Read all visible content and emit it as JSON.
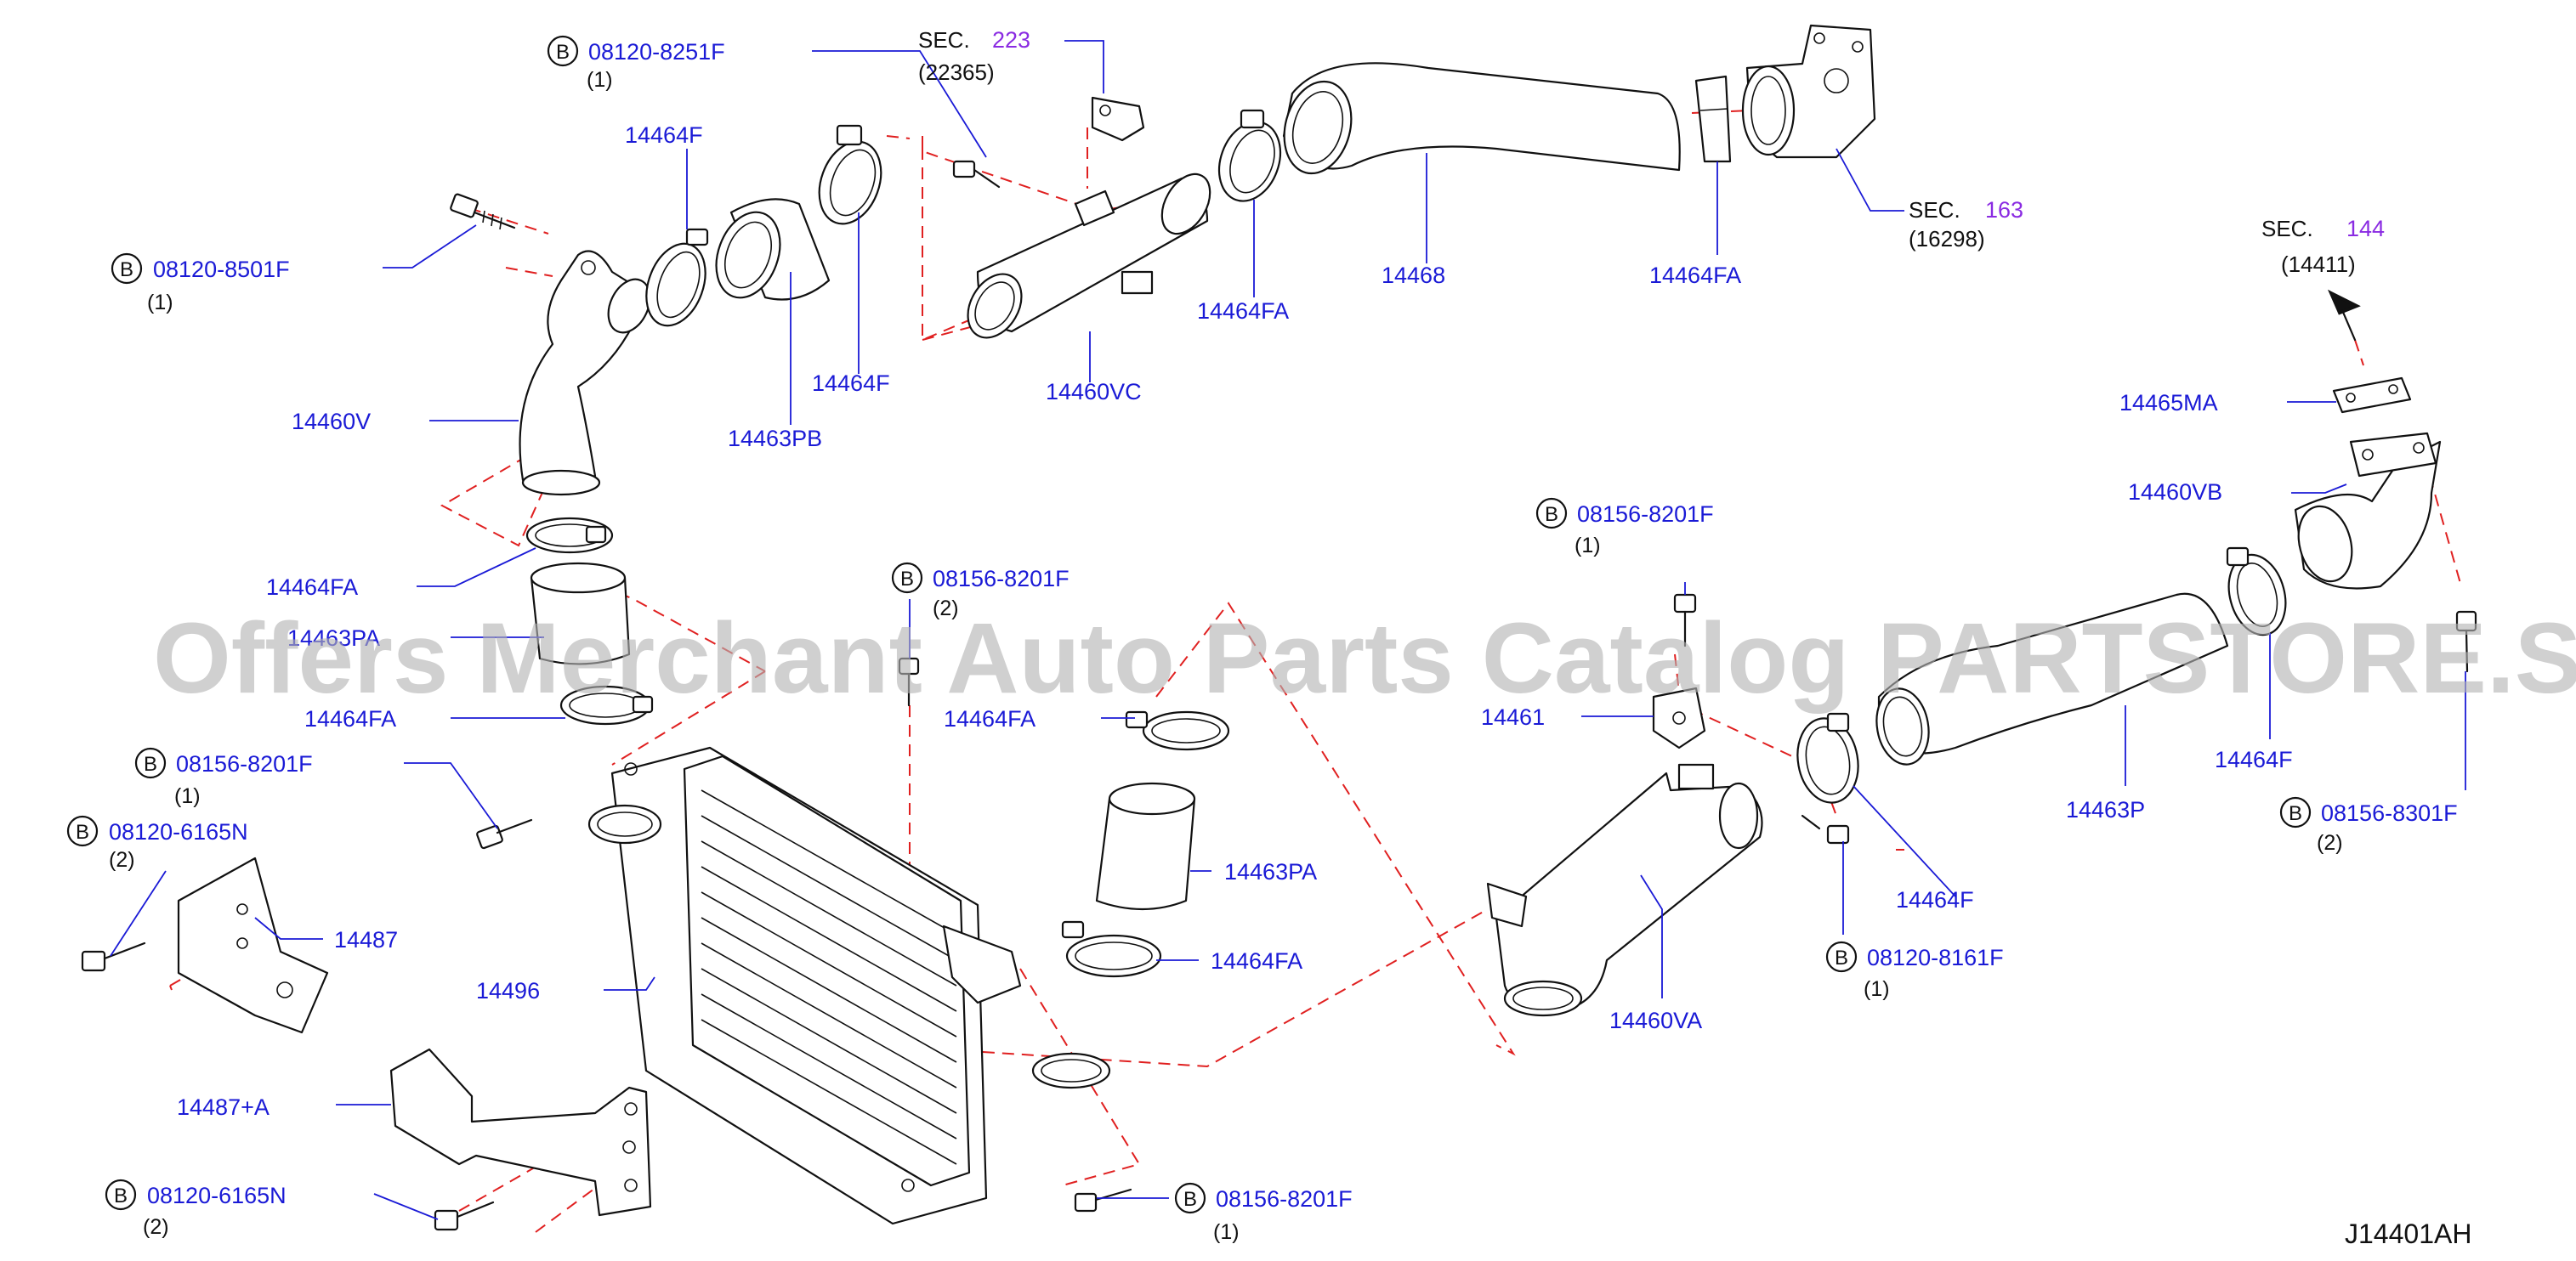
{
  "watermark": "Offers Merchant Auto Parts Catalog PARTSTORE.SA",
  "diagram_code": "J14401AH",
  "bolt_marker": "B",
  "sections": [
    {
      "prefix": "SEC.",
      "number": "223",
      "ref": "(22365)"
    },
    {
      "prefix": "SEC.",
      "number": "163",
      "ref": "(16298)"
    },
    {
      "prefix": "SEC.",
      "number": "144",
      "ref": "(14411)"
    }
  ],
  "bolts": [
    {
      "part": "08120-8251F",
      "qty": "(1)"
    },
    {
      "part": "08120-8501F",
      "qty": "(1)"
    },
    {
      "part": "08156-8201F",
      "qty": "(2)"
    },
    {
      "part": "08156-8201F",
      "qty": "(1)"
    },
    {
      "part": "08120-6165N",
      "qty": "(2)"
    },
    {
      "part": "08120-6165N",
      "qty": "(2)"
    },
    {
      "part": "08156-8201F",
      "qty": "(1)"
    },
    {
      "part": "08156-8201F",
      "qty": "(1)"
    },
    {
      "part": "08120-8161F",
      "qty": "(1)"
    },
    {
      "part": "08156-8301F",
      "qty": "(2)"
    }
  ],
  "parts": [
    "14464F",
    "14464F",
    "14463PB",
    "14460VC",
    "14464FA",
    "14468",
    "14464FA",
    "14460V",
    "14464FA",
    "14463PA",
    "14464FA",
    "14464FA",
    "14463PA",
    "14464FA",
    "14487",
    "14496",
    "14487+A",
    "14461",
    "14460VA",
    "14465MA",
    "14460VB",
    "14463P",
    "14464F",
    "14464F"
  ]
}
